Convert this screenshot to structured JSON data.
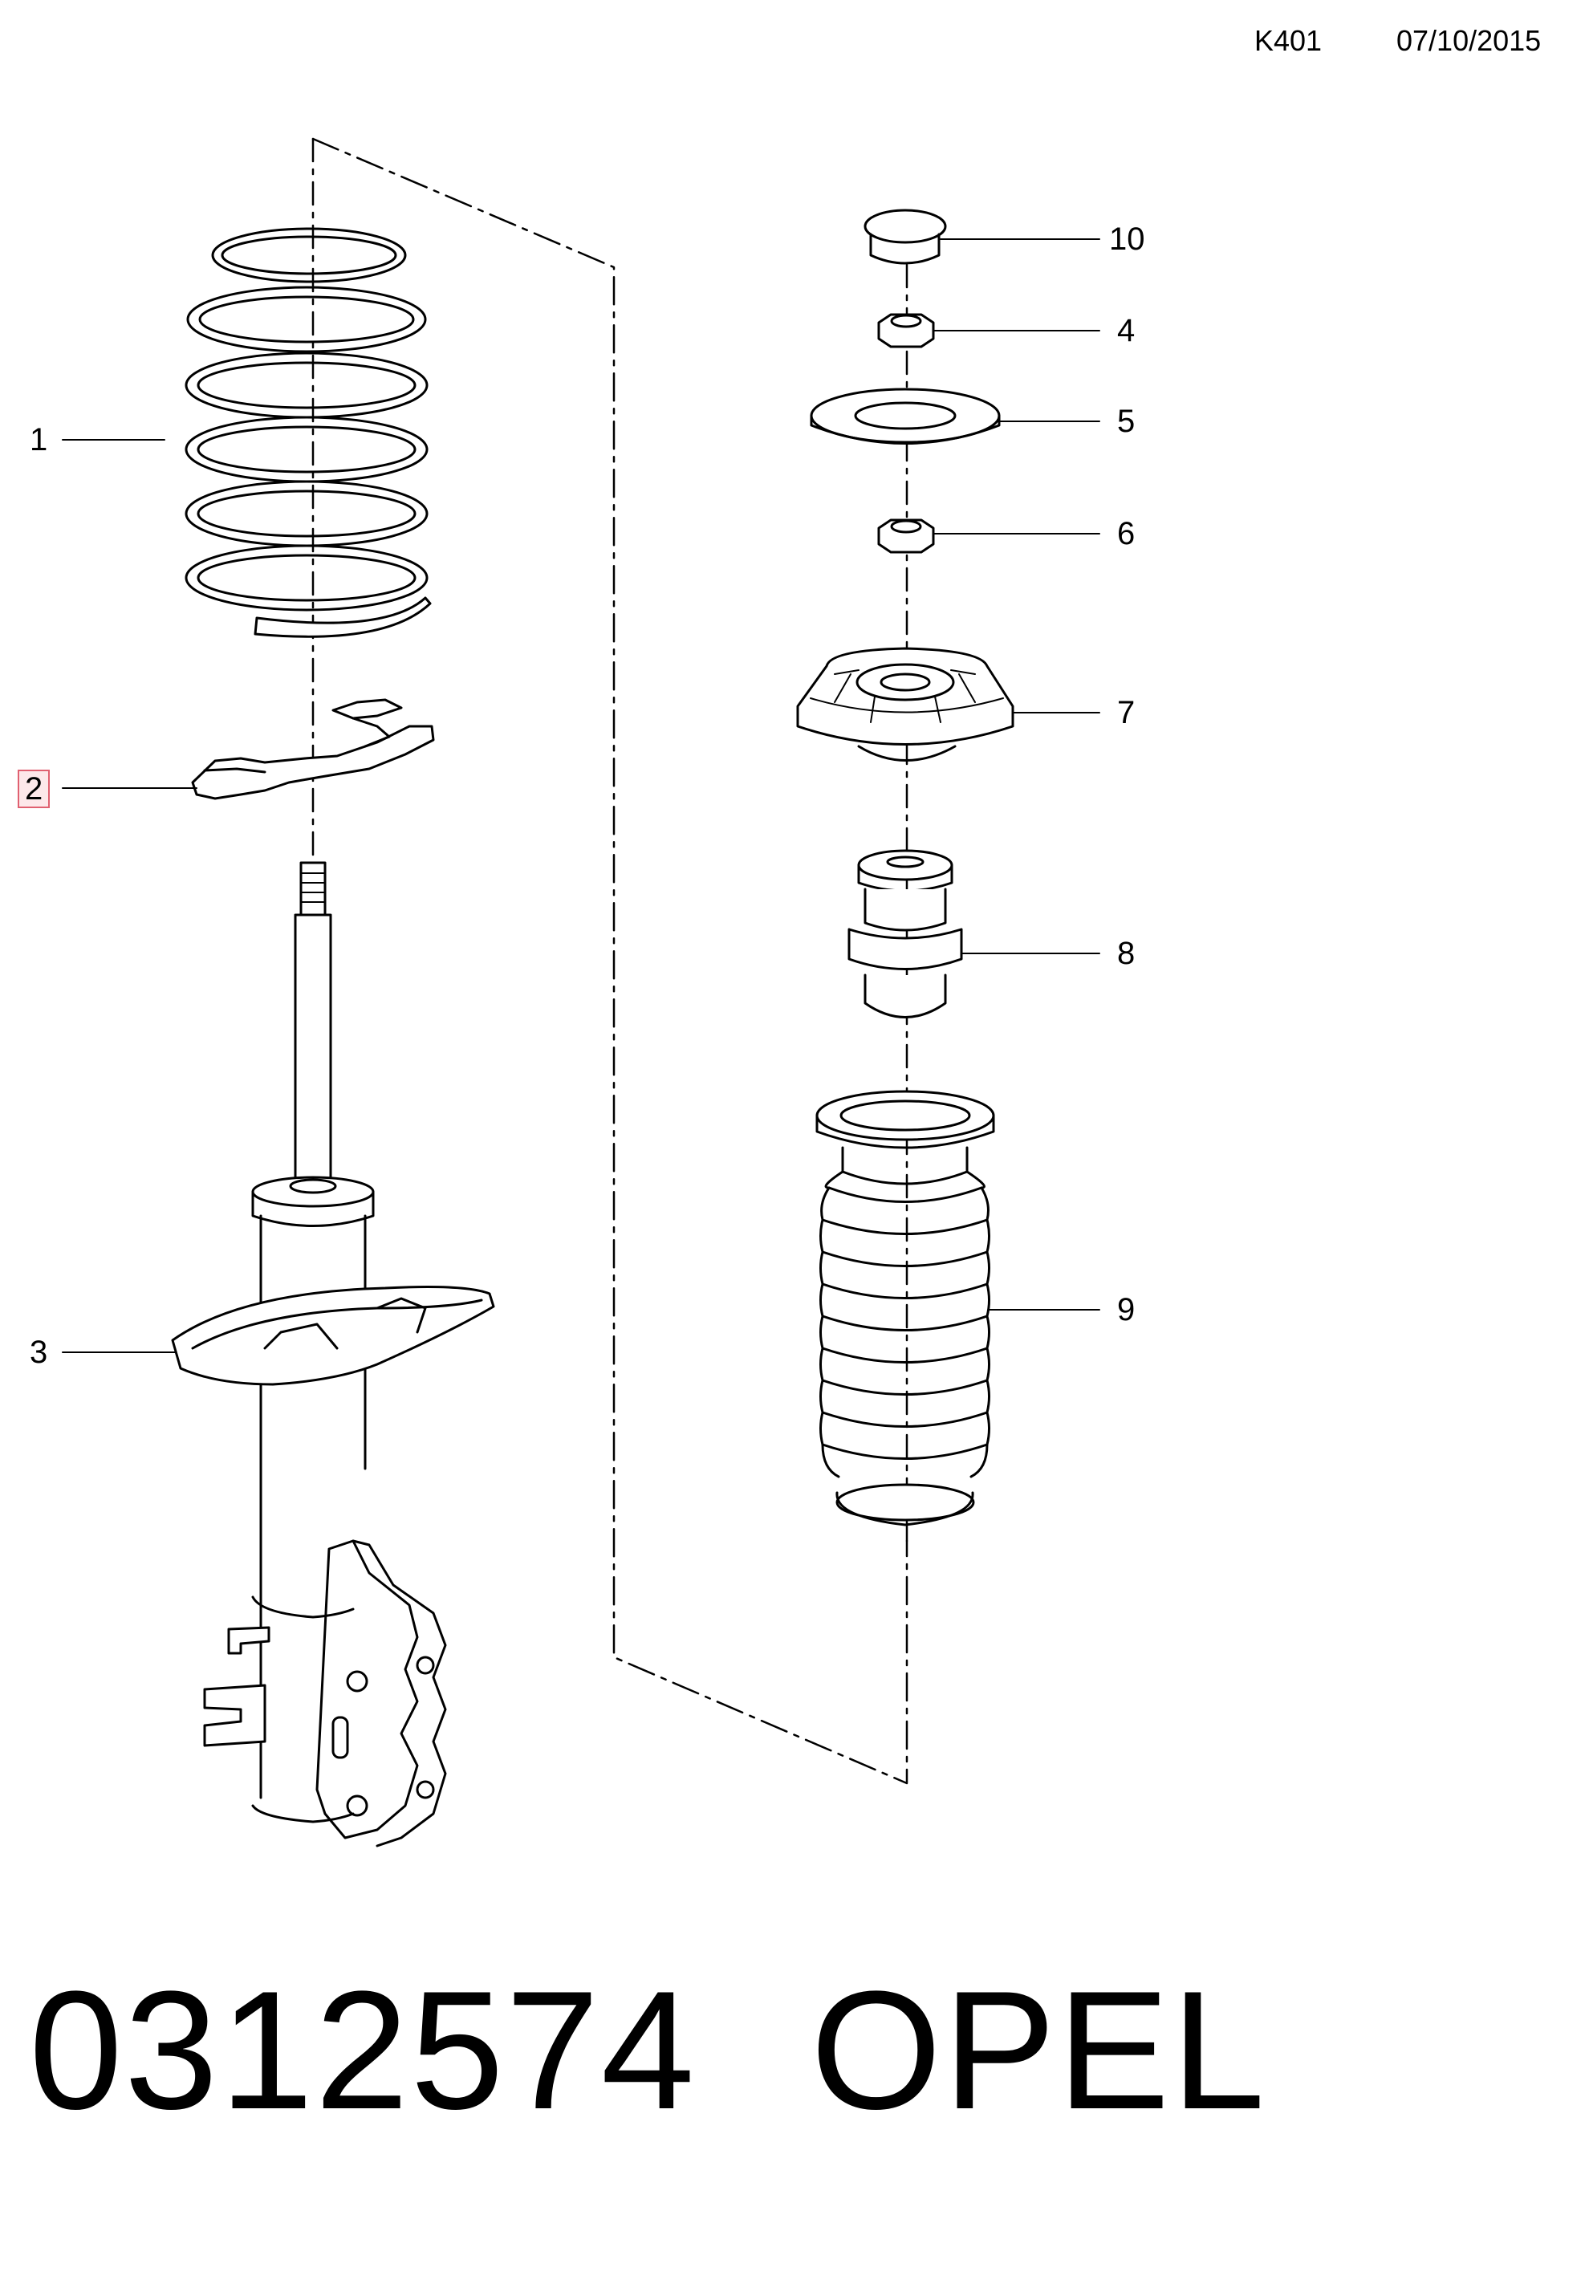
{
  "header": {
    "code": "K401",
    "date": "07/10/2015"
  },
  "callouts": [
    {
      "id": "1",
      "label": "1",
      "part": "coil-spring"
    },
    {
      "id": "2",
      "label": "2",
      "part": "spring-seat-insulator",
      "highlighted": true
    },
    {
      "id": "3",
      "label": "3",
      "part": "strut-assembly"
    },
    {
      "id": "4",
      "label": "4",
      "part": "nut"
    },
    {
      "id": "5",
      "label": "5",
      "part": "washer"
    },
    {
      "id": "6",
      "label": "6",
      "part": "nut"
    },
    {
      "id": "7",
      "label": "7",
      "part": "strut-mount"
    },
    {
      "id": "8",
      "label": "8",
      "part": "bump-stop"
    },
    {
      "id": "9",
      "label": "9",
      "part": "dust-boot"
    },
    {
      "id": "10",
      "label": "10",
      "part": "cap"
    }
  ],
  "footer": {
    "part_number": "0312574",
    "brand": "OPEL"
  },
  "colors": {
    "line": "#000000",
    "highlight_border": "#e06070",
    "highlight_fill": "#fde8ea"
  }
}
